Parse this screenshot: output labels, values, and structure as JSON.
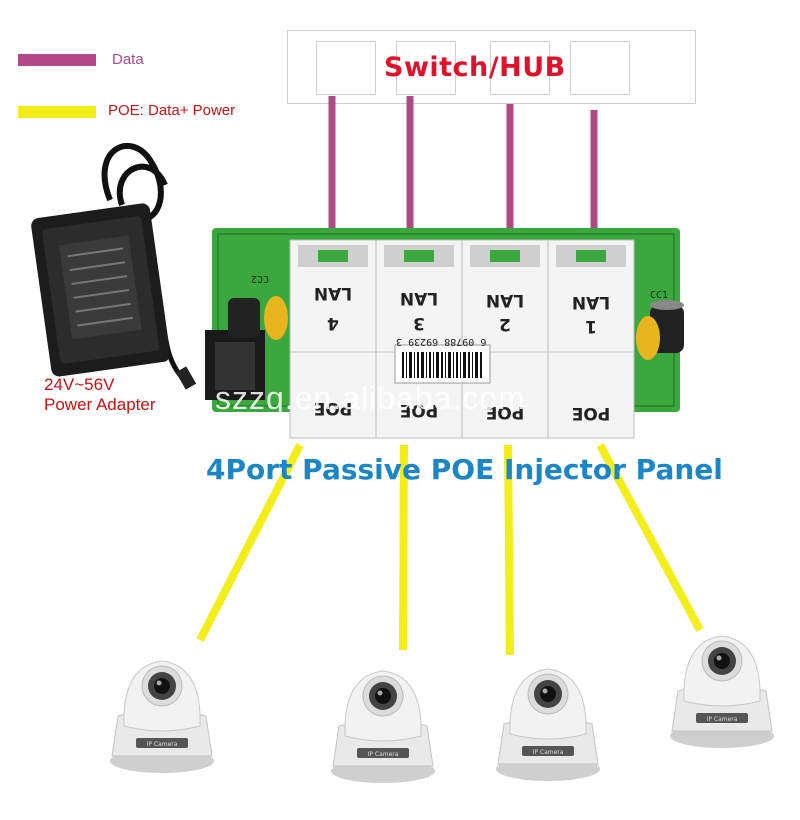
{
  "legend": {
    "data_label": "Data",
    "poe_label": "POE: Data+ Power",
    "data_color": "#b04a86",
    "poe_color": "#f3ee1a"
  },
  "switch": {
    "title": "Switch/HUB"
  },
  "adapter": {
    "line1": "24V~56V",
    "line2": "Power Adapter"
  },
  "panel": {
    "title": "4Port Passive POE Injector Panel",
    "ports": [
      {
        "lan": "LAN",
        "num": "4",
        "poe": "POE"
      },
      {
        "lan": "LAN",
        "num": "3",
        "poe": "POE"
      },
      {
        "lan": "LAN",
        "num": "2",
        "poe": "POE"
      },
      {
        "lan": "LAN",
        "num": "1",
        "poe": "POE"
      }
    ],
    "barcode": "6  09788 69239  3",
    "board_color": "#3aa83c"
  },
  "watermark": "szzq.en.alibaba.com",
  "cameras": [
    "ip-camera",
    "ip-camera",
    "ip-camera",
    "ip-camera"
  ]
}
